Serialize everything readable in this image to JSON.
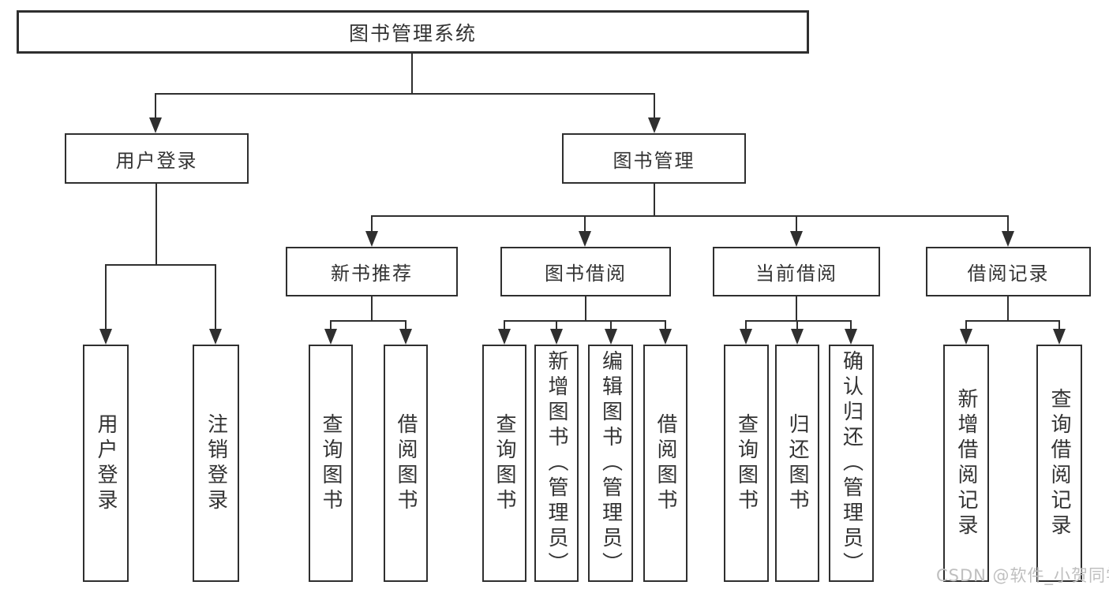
{
  "colors": {
    "line": "#2f2f2f",
    "text": "#333333",
    "background": "#ffffff",
    "watermark": "#bfbfbf"
  },
  "watermark": {
    "text": "CSDN @软件_小贺同学"
  },
  "tree": {
    "root": {
      "label": "图书管理系统"
    },
    "branches": [
      {
        "label": "用户登录",
        "children": [
          {
            "label": "用户登录"
          },
          {
            "label": "注销登录"
          }
        ]
      },
      {
        "label": "图书管理",
        "children": [
          {
            "label": "新书推荐",
            "children": [
              {
                "label": "查询图书"
              },
              {
                "label": "借阅图书"
              }
            ]
          },
          {
            "label": "图书借阅",
            "children": [
              {
                "label": "查询图书"
              },
              {
                "label": "新增图书（管理员）"
              },
              {
                "label": "编辑图书（管理员）"
              },
              {
                "label": "借阅图书"
              }
            ]
          },
          {
            "label": "当前借阅",
            "children": [
              {
                "label": "查询图书"
              },
              {
                "label": "归还图书"
              },
              {
                "label": "确认归还（管理员）"
              }
            ]
          },
          {
            "label": "借阅记录",
            "children": [
              {
                "label": "新增借阅记录"
              },
              {
                "label": "查询借阅记录"
              }
            ]
          }
        ]
      }
    ]
  }
}
